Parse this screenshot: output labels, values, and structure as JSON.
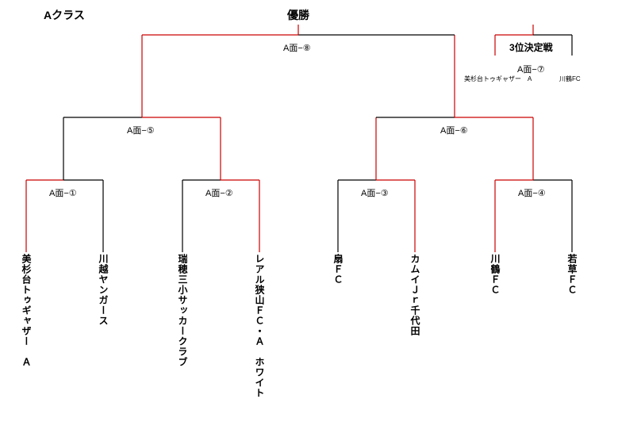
{
  "header": {
    "class_title": "Aクラス",
    "champion_title": "優勝",
    "third_place_title": "3位決定戦"
  },
  "colors": {
    "winner_line": "#cc0000",
    "loser_line": "#000000"
  },
  "matches": {
    "m1": "A面−①",
    "m2": "A面−②",
    "m3": "A面−③",
    "m4": "A面−④",
    "m5": "A面−⑤",
    "m6": "A面−⑥",
    "m7": "A面−⑦",
    "m8": "A面−⑧"
  },
  "third_place": {
    "team_left": "美杉台トゥギャザー　A",
    "team_right": "川鶴FC"
  },
  "teams": [
    "美杉台トゥギャザー　Ａ",
    "川越ヤンガース",
    "瑞穂三小サッカークラブ",
    "レアル狭山ＦＣ・Ａ　ホワイト",
    "扇ＦＣ",
    "カムイＪｒ千代田",
    "川鶴ＦＣ",
    "若草ＦＣ"
  ]
}
